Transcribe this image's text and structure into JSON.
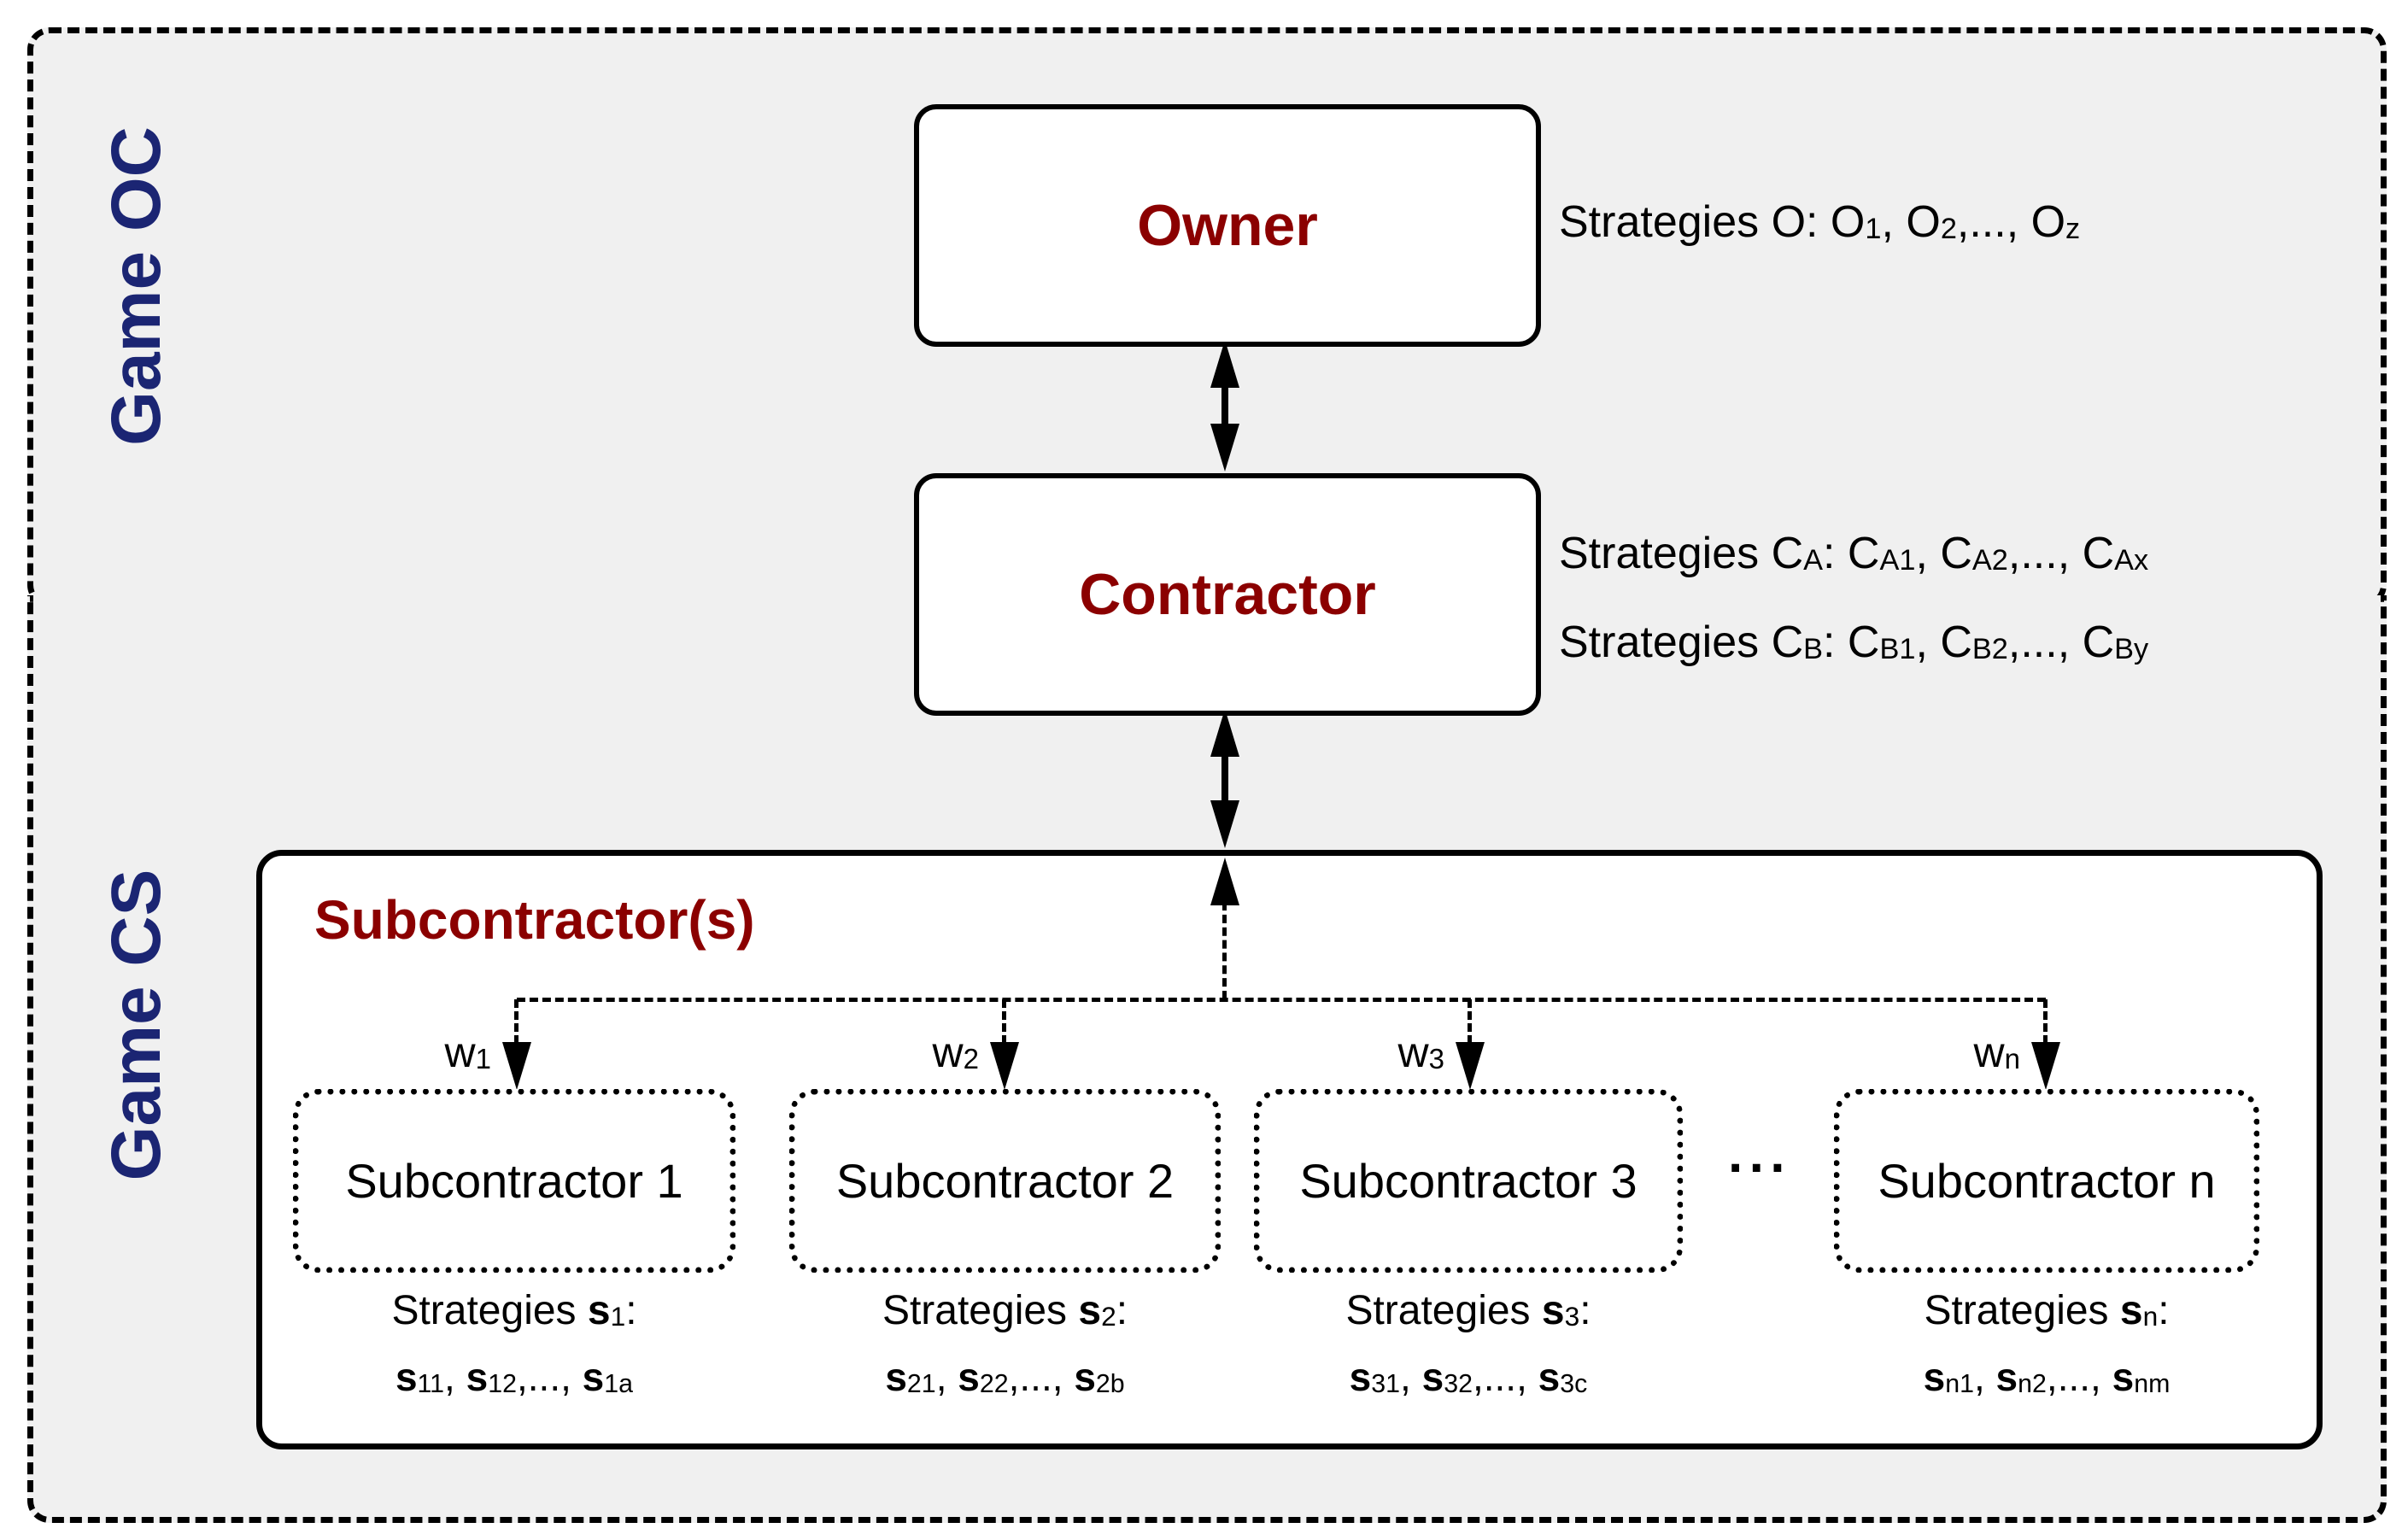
{
  "colors": {
    "navy": "#1b2573",
    "dark_red": "#8b0000",
    "region_bg": "#f0f0f0",
    "box_bg": "#ffffff",
    "line": "#000000"
  },
  "regions": {
    "game_oc": {
      "label": "Game OC"
    },
    "game_cs": {
      "label": "Game CS"
    }
  },
  "owner": {
    "label": "Owner",
    "strategies": [
      {
        "t": "Strategies O: O"
      },
      {
        "s": "1"
      },
      {
        "t": ", O"
      },
      {
        "s": "2"
      },
      {
        "t": ",..., O"
      },
      {
        "s": "z"
      }
    ]
  },
  "contractor": {
    "label": "Contractor",
    "strategies_a": [
      {
        "t": "Strategies C"
      },
      {
        "s": "A"
      },
      {
        "t": ": C"
      },
      {
        "s": "A1"
      },
      {
        "t": ", C"
      },
      {
        "s": "A2"
      },
      {
        "t": ",..., C"
      },
      {
        "s": "Ax"
      }
    ],
    "strategies_b": [
      {
        "t": "Strategies C"
      },
      {
        "s": "B"
      },
      {
        "t": ": C"
      },
      {
        "s": "B1"
      },
      {
        "t": ", C"
      },
      {
        "s": "B2"
      },
      {
        "t": ",..., C"
      },
      {
        "s": "By"
      }
    ]
  },
  "subcontractors_container": {
    "title": "Subcontractor(s)"
  },
  "ellipsis": "···",
  "subcontractors": [
    {
      "name": "Subcontractor 1",
      "weight": [
        {
          "t": "w"
        },
        {
          "s": "1"
        }
      ],
      "strategies_title": [
        {
          "t": "Strategies "
        },
        {
          "b": "s"
        },
        {
          "s": "1"
        },
        {
          "t": ":"
        }
      ],
      "strategies_values": [
        {
          "b": "s"
        },
        {
          "s": "11"
        },
        {
          "t": ", "
        },
        {
          "b": "s"
        },
        {
          "s": "12"
        },
        {
          "t": ",..., "
        },
        {
          "b": "s"
        },
        {
          "s": "1a"
        }
      ]
    },
    {
      "name": "Subcontractor 2",
      "weight": [
        {
          "t": "w"
        },
        {
          "s": "2"
        }
      ],
      "strategies_title": [
        {
          "t": "Strategies "
        },
        {
          "b": "s"
        },
        {
          "s": "2"
        },
        {
          "t": ":"
        }
      ],
      "strategies_values": [
        {
          "b": "s"
        },
        {
          "s": "21"
        },
        {
          "t": ", "
        },
        {
          "b": "s"
        },
        {
          "s": "22"
        },
        {
          "t": ",..., "
        },
        {
          "b": "s"
        },
        {
          "s": "2b"
        }
      ]
    },
    {
      "name": "Subcontractor 3",
      "weight": [
        {
          "t": "w"
        },
        {
          "s": "3"
        }
      ],
      "strategies_title": [
        {
          "t": "Strategies "
        },
        {
          "b": "s"
        },
        {
          "s": "3"
        },
        {
          "t": ":"
        }
      ],
      "strategies_values": [
        {
          "b": "s"
        },
        {
          "s": "31"
        },
        {
          "t": ", "
        },
        {
          "b": "s"
        },
        {
          "s": "32"
        },
        {
          "t": ",..., "
        },
        {
          "b": "s"
        },
        {
          "s": "3c"
        }
      ]
    },
    {
      "name": "Subcontractor n",
      "weight": [
        {
          "t": "w"
        },
        {
          "s": "n"
        }
      ],
      "strategies_title": [
        {
          "t": "Strategies "
        },
        {
          "b": "s"
        },
        {
          "s": "n"
        },
        {
          "t": ":"
        }
      ],
      "strategies_values": [
        {
          "b": "s"
        },
        {
          "s": "n1"
        },
        {
          "t": ", "
        },
        {
          "b": "s"
        },
        {
          "s": "n2"
        },
        {
          "t": ",..., "
        },
        {
          "b": "s"
        },
        {
          "s": "nm"
        }
      ]
    }
  ]
}
